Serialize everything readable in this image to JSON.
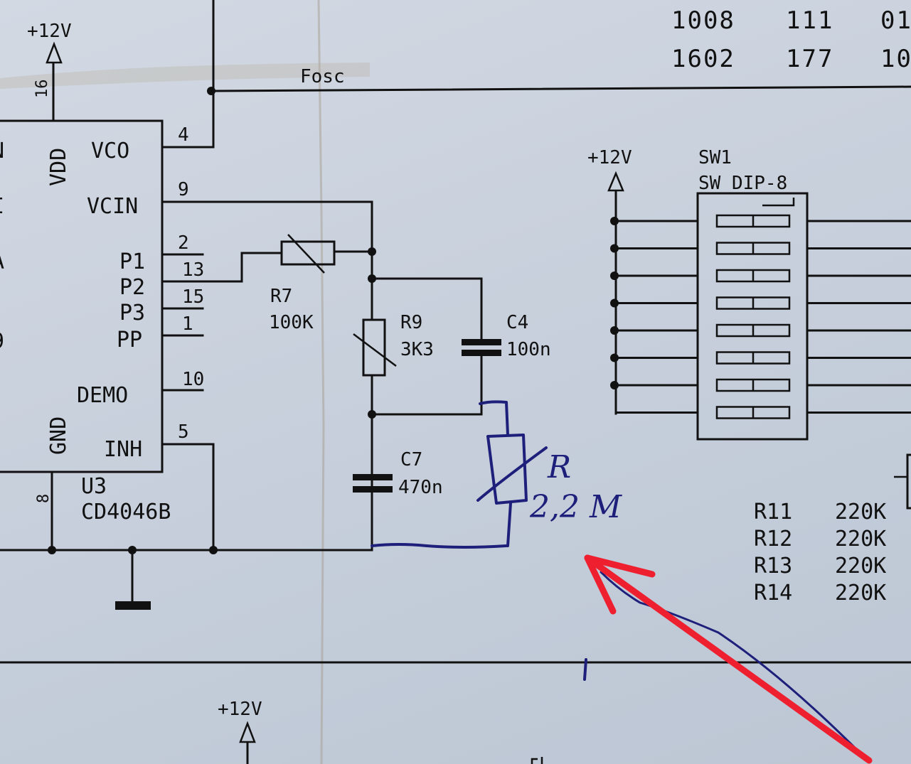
{
  "sheet": {
    "title": "Hand-annotated CD4046B PLL schematic (photo of printed page)",
    "paper_color": "#c9d1dd",
    "ink_color": "#111111",
    "pen_color": "#1d1f7a",
    "marker_color": "#ee2030"
  },
  "table_top": {
    "rows": [
      [
        "1008",
        "111",
        "01"
      ],
      [
        "1602",
        "177",
        "10"
      ]
    ]
  },
  "power": {
    "u3_supply": "+12V",
    "sw1_supply": "+12V",
    "bottom_supply": "+12V"
  },
  "nets": {
    "fosc": "Fosc"
  },
  "u3": {
    "ref": "U3",
    "part": "CD4046B",
    "top_pin": {
      "name": "VDD",
      "number": "16"
    },
    "bottom_pin": {
      "name": "GND",
      "number": "8"
    },
    "right_pins": [
      {
        "name": "VCO",
        "number": "4"
      },
      {
        "name": "VCIN",
        "number": "9"
      },
      {
        "name": "P1",
        "number": "2"
      },
      {
        "name": "P2",
        "number": "13"
      },
      {
        "name": "P3",
        "number": "15"
      },
      {
        "name": "PP",
        "number": "1"
      },
      {
        "name": "DEMO",
        "number": "10"
      },
      {
        "name": "INH",
        "number": "5"
      }
    ],
    "left_partial_labels": [
      "N",
      "I",
      "A",
      "9"
    ]
  },
  "components": {
    "r7": {
      "ref": "R7",
      "value": "100K"
    },
    "r9": {
      "ref": "R9",
      "value": "3K3"
    },
    "c4": {
      "ref": "C4",
      "value": "100n"
    },
    "c7": {
      "ref": "C7",
      "value": "470n"
    }
  },
  "sw1": {
    "ref": "SW1",
    "part": "SW DIP-8",
    "pin1_mark": "1",
    "switch_count": 8
  },
  "resistor_list": [
    {
      "ref": "R11",
      "value": "220K"
    },
    {
      "ref": "R12",
      "value": "220K"
    },
    {
      "ref": "R13",
      "value": "220K"
    },
    {
      "ref": "R14",
      "value": "220K"
    }
  ],
  "handwritten": {
    "ref": "R",
    "value": "2,2 M"
  },
  "annotation": {
    "arrow": "red-arrow",
    "description": "points to hand-drawn 2,2 M resistor added across C7"
  }
}
